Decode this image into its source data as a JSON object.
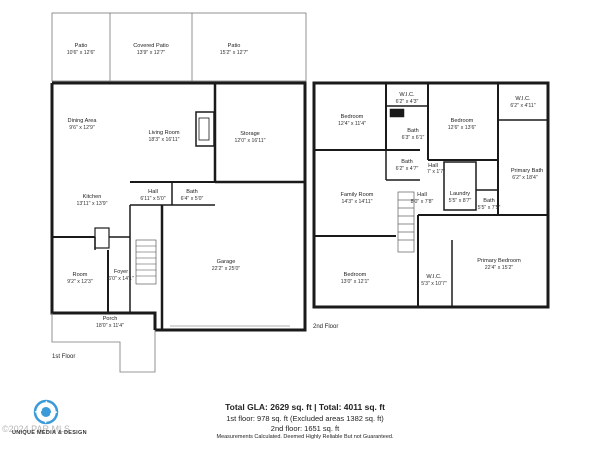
{
  "colors": {
    "wall": "#1a1a1a",
    "thin_wall": "#555555",
    "brand": "#3a9bd8"
  },
  "first_floor": {
    "label": "1st Floor",
    "rooms": {
      "patio_left": {
        "name": "Patio",
        "dim": "10'6\" x 12'6\""
      },
      "covered_patio": {
        "name": "Covered Patio",
        "dim": "13'9\" x 12'7\""
      },
      "patio_right": {
        "name": "Patio",
        "dim": "15'2\" x 12'7\""
      },
      "dining": {
        "name": "Dining Area",
        "dim": "9'6\" x 12'9\""
      },
      "living": {
        "name": "Living Room",
        "dim": "18'3\" x 16'11\""
      },
      "storage": {
        "name": "Storage",
        "dim": "12'0\" x 16'11\""
      },
      "kitchen": {
        "name": "Kitchen",
        "dim": "13'11\" x 13'9\""
      },
      "hall": {
        "name": "Hall",
        "dim": "6'11\" x 5'0\""
      },
      "bath": {
        "name": "Bath",
        "dim": "6'4\" x 5'0\""
      },
      "room": {
        "name": "Room",
        "dim": "9'2\" x 12'3\""
      },
      "foyer": {
        "name": "Foyer",
        "dim": "6'0\" x 14'1\""
      },
      "garage": {
        "name": "Garage",
        "dim": "22'2\" x 25'0\""
      },
      "porch": {
        "name": "Porch",
        "dim": "18'0\" x 11'4\""
      }
    }
  },
  "second_floor": {
    "label": "2nd Floor",
    "rooms": {
      "bedroom_nw": {
        "name": "Bedroom",
        "dim": "12'4\" x 11'4\""
      },
      "wic_top": {
        "name": "W.I.C.",
        "dim": "6'2\" x 4'3\""
      },
      "bath_top": {
        "name": "Bath",
        "dim": "6'3\" x 6'1\""
      },
      "bedroom_ne": {
        "name": "Bedroom",
        "dim": "12'6\" x 13'6\""
      },
      "wic_right": {
        "name": "W.I.C.",
        "dim": "6'2\" x 4'11\""
      },
      "bath_mid": {
        "name": "Bath",
        "dim": "6'2\" x 4'7\""
      },
      "hall_small": {
        "name": "Hall",
        "dim": "7' x 1'7\""
      },
      "primary_bath": {
        "name": "Primary Bath",
        "dim": "6'2\" x 18'4\""
      },
      "family": {
        "name": "Family Room",
        "dim": "14'3\" x 14'11\""
      },
      "hall": {
        "name": "Hall",
        "dim": "8'0\" x 7'8\""
      },
      "laundry": {
        "name": "Laundry",
        "dim": "5'5\" x 8'7\""
      },
      "bath_right": {
        "name": "Bath",
        "dim": "5'5\" x 7'5\""
      },
      "bedroom_sw": {
        "name": "Bedroom",
        "dim": "13'0\" x 12'1\""
      },
      "wic_bottom": {
        "name": "W.I.C.",
        "dim": "5'3\" x 10'7\""
      },
      "primary_bedroom": {
        "name": "Primary Bedroom",
        "dim": "22'4\" x 15'2\""
      }
    }
  },
  "summary": {
    "total": "Total GLA: 2629 sq. ft | Total: 4011 sq. ft",
    "first": "1st floor: 978 sq. ft (Excluded areas 1382 sq. ft)",
    "second": "2nd floor: 1651 sq. ft",
    "note": "Measurements Calculated. Deemed Highly Reliable But not Guaranteed."
  },
  "brand": {
    "name": "UNIQUE MEDIA & DESIGN",
    "watermark": "©2024 PAR MLS"
  }
}
